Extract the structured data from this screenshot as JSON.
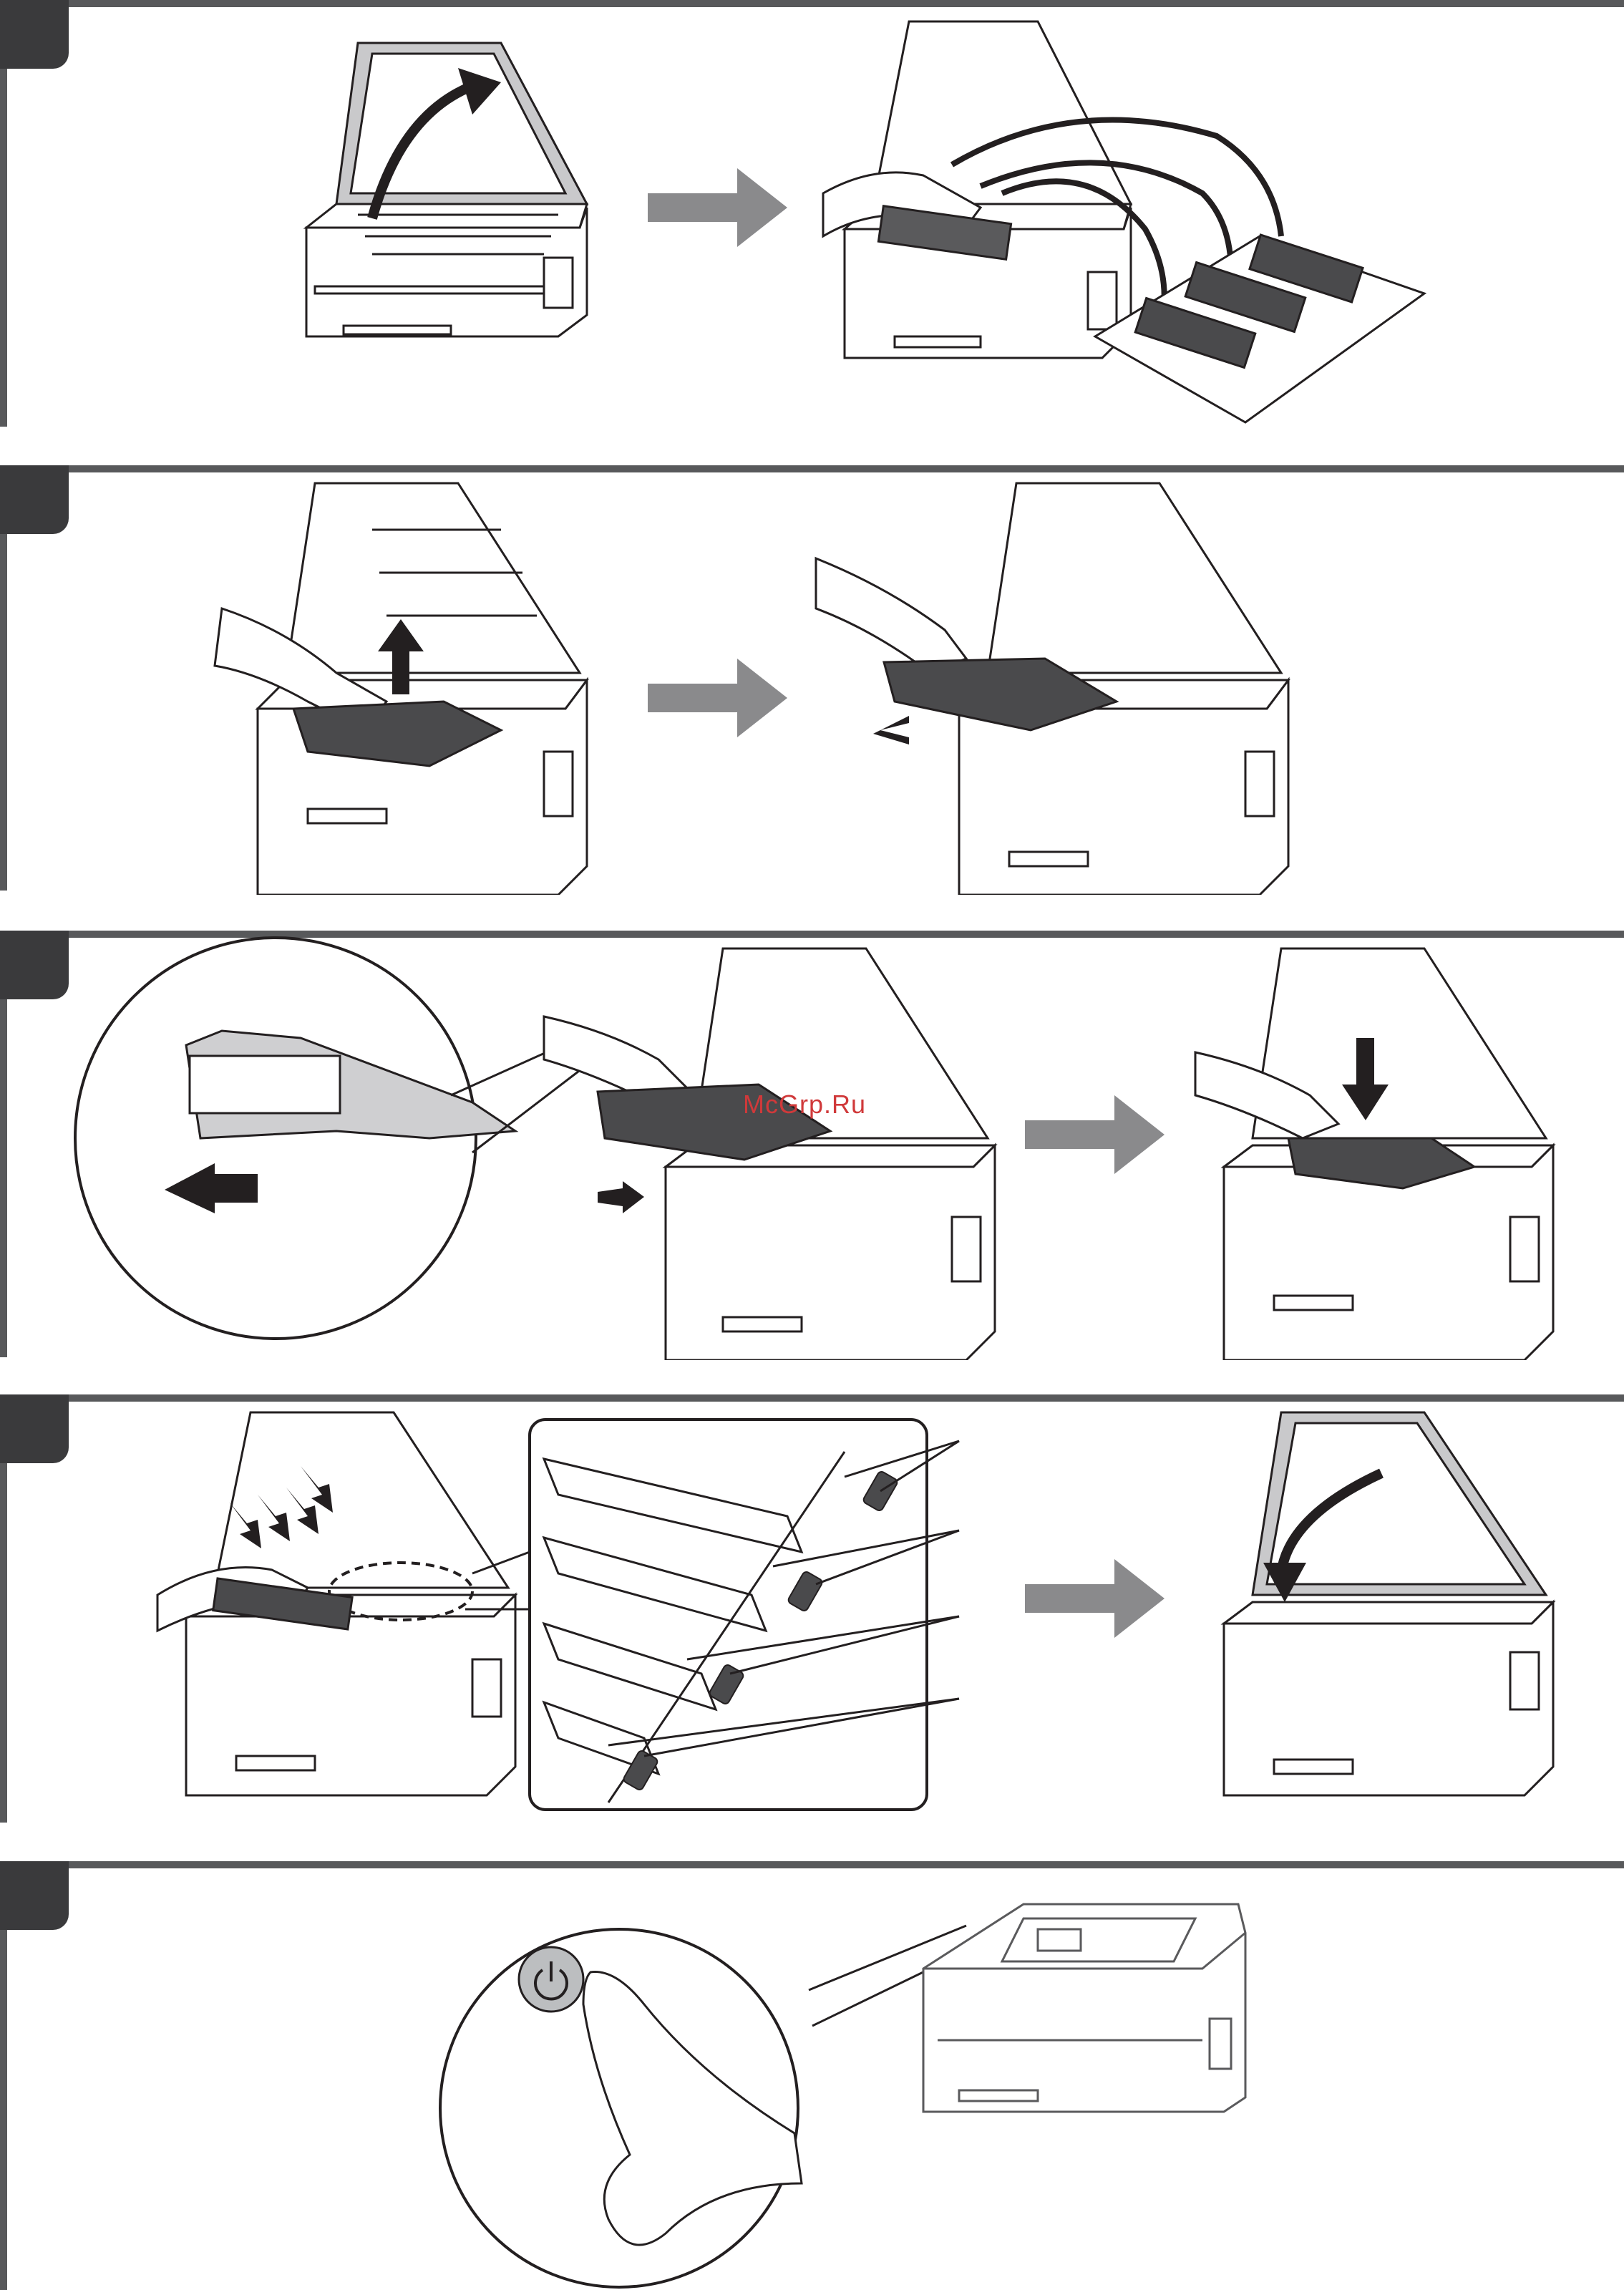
{
  "watermark": "McGrp.Ru",
  "steps": [
    {
      "id": "step-1",
      "label": ""
    },
    {
      "id": "step-2",
      "label": ""
    },
    {
      "id": "step-3",
      "label": ""
    },
    {
      "id": "step-4",
      "label": ""
    },
    {
      "id": "step-5",
      "label": ""
    }
  ],
  "colors": {
    "rule": "#58595b",
    "badge": "#3a3a3c",
    "arrow": "#8a8a8c",
    "ink": "#231f20",
    "shade": "#bcbcbe",
    "power_button": "#bcbec0",
    "watermark": "#d0393a"
  },
  "icons": {
    "power": "power-icon",
    "next": "right-arrow-icon"
  }
}
